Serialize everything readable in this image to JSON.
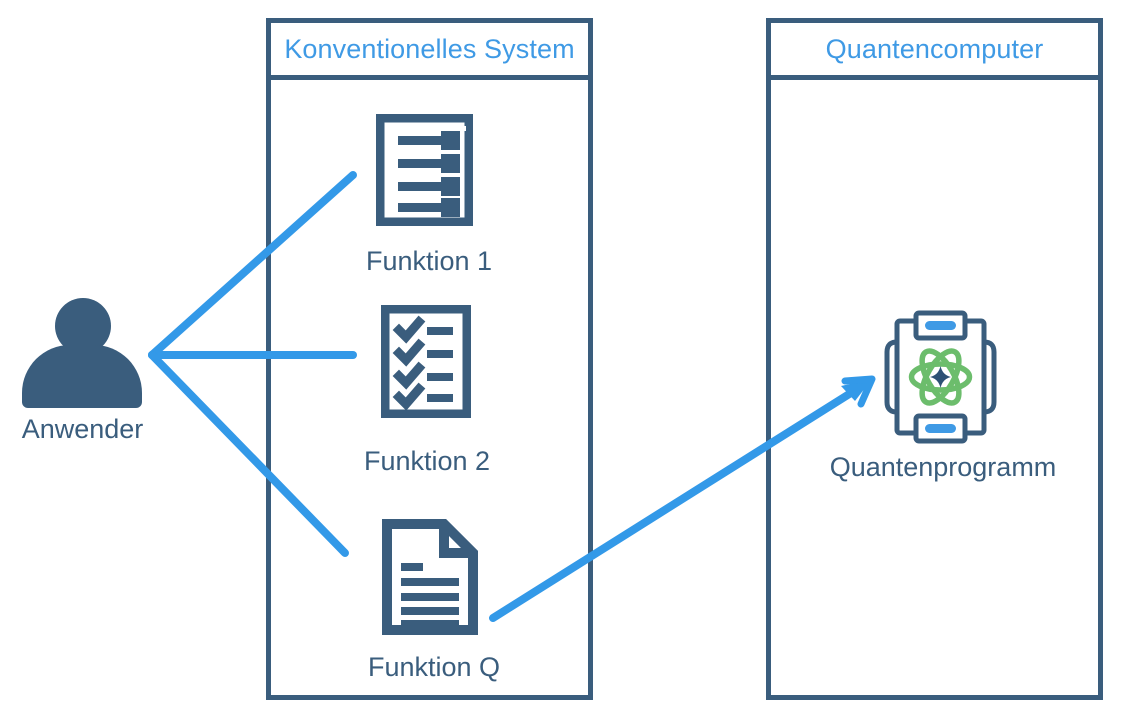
{
  "diagram": {
    "title_conventional": "Konventionelles System",
    "title_quantum": "Quantencomputer",
    "actor_label": "Anwender",
    "actor_icon": "person-icon",
    "functions": [
      {
        "label": "Funktion 1",
        "icon": "list-document-icon"
      },
      {
        "label": "Funktion 2",
        "icon": "checklist-icon"
      },
      {
        "label": "Funktion Q",
        "icon": "text-document-icon"
      }
    ],
    "quantum_node": {
      "label": "Quantenprogramm",
      "icon": "quantum-chip-atom-icon"
    },
    "connectors": [
      {
        "name": "anwender-to-funktion-1",
        "style": "line"
      },
      {
        "name": "anwender-to-funktion-2",
        "style": "line"
      },
      {
        "name": "anwender-to-funktion-q",
        "style": "line"
      },
      {
        "name": "funktion-q-to-quantenprogramm",
        "style": "arrow"
      }
    ],
    "colors": {
      "dark_blue": "#3a5d7d",
      "accent_blue": "#3f9ae5",
      "connector_blue": "#3399e8",
      "green": "#6cbd6c",
      "white": "#ffffff"
    }
  }
}
